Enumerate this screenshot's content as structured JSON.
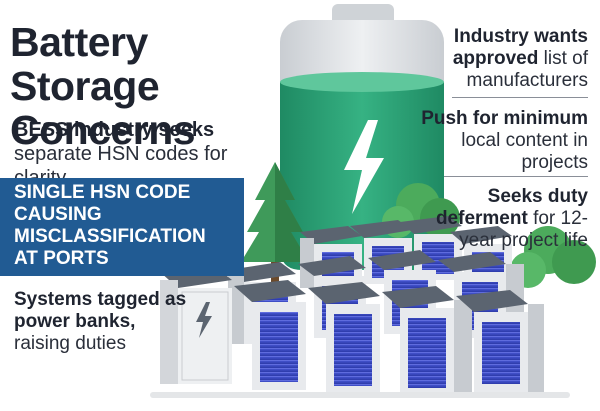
{
  "title": {
    "line1": "Battery Storage",
    "line2": "Concerns"
  },
  "left_notes": {
    "hsn_bold": "BESS industry seeks",
    "hsn_rest": "separate HSN codes for clarity",
    "banner_lines": [
      "SINGLE HSN CODE",
      "CAUSING",
      "MISCLASSIFICATION",
      "AT PORTS"
    ],
    "tagged_bold": "Systems tagged as power banks,",
    "tagged_rest": "raising duties"
  },
  "right_notes": [
    {
      "bold": "Industry wants approved",
      "rest": "list of manufacturers"
    },
    {
      "bold": "Push for minimum",
      "rest": "local content in projects"
    },
    {
      "bold": "Seeks duty deferment",
      "rest": "for 12-year project life"
    }
  ],
  "colors": {
    "banner": "#215b93",
    "battery_fill": "#2fa67a",
    "tree": "#3f9a5a",
    "shrub": "#4cab5c",
    "cabinet": "#e8eaed",
    "cabinet_roof": "#5b6470",
    "cabinet_panel": "#3a4cc8"
  },
  "icons": [
    "lightning-bolt-icon",
    "battery-icon",
    "tree-icon",
    "shrub-icon",
    "battery-cabinet-icon"
  ]
}
